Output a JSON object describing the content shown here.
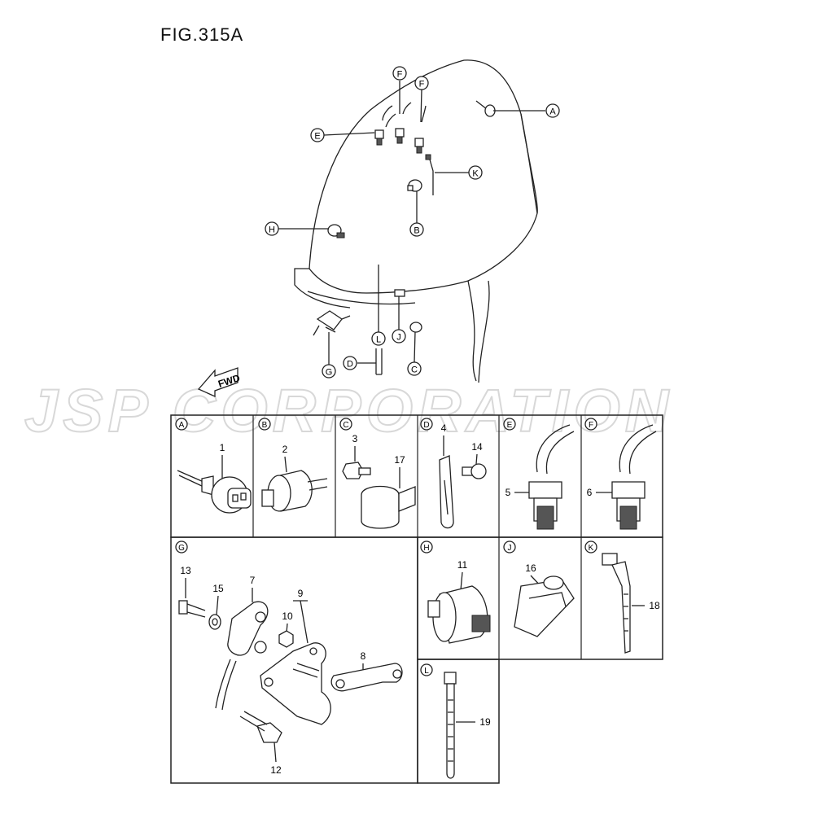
{
  "figure": {
    "title": "FIG.315A",
    "fwd_label": "FWD",
    "watermark": "JSP CORPORATION"
  },
  "overview_callouts": [
    "A",
    "B",
    "C",
    "D",
    "E",
    "F",
    "F",
    "G",
    "H",
    "J",
    "K",
    "L"
  ],
  "panels": [
    {
      "letter": "A",
      "parts": [
        "1"
      ]
    },
    {
      "letter": "B",
      "parts": [
        "2"
      ]
    },
    {
      "letter": "C",
      "parts": [
        "3",
        "17"
      ]
    },
    {
      "letter": "D",
      "parts": [
        "4",
        "14"
      ]
    },
    {
      "letter": "E",
      "parts": [
        "5"
      ]
    },
    {
      "letter": "F",
      "parts": [
        "6"
      ]
    },
    {
      "letter": "G",
      "parts": [
        "13",
        "15",
        "7",
        "9",
        "10",
        "8",
        "12"
      ]
    },
    {
      "letter": "H",
      "parts": [
        "11"
      ]
    },
    {
      "letter": "J",
      "parts": [
        "16"
      ]
    },
    {
      "letter": "K",
      "parts": [
        "18"
      ]
    },
    {
      "letter": "L",
      "parts": [
        "19"
      ]
    }
  ]
}
